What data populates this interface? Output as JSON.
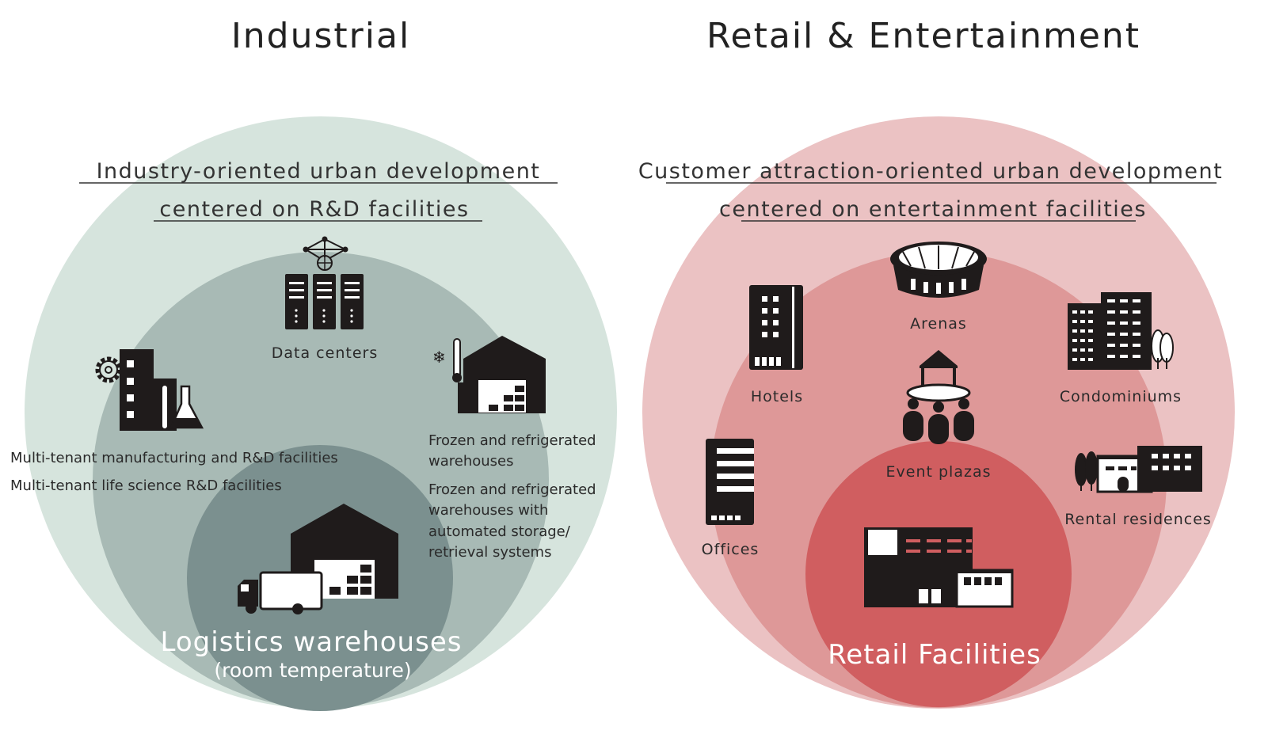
{
  "industrial": {
    "title": "Industrial",
    "subtitle_line1": "Industry-oriented urban development",
    "subtitle_line2": "centered on R&D facilities",
    "data_centers": "Data centers",
    "manufacturing_line1": "Multi-tenant manufacturing and R&D facilities",
    "manufacturing_line2": "Multi-tenant life science R&D facilities",
    "frozen_a_line1": "Frozen and refrigerated",
    "frozen_a_line2": "warehouses",
    "frozen_b_line1": "Frozen and refrigerated",
    "frozen_b_line2": "warehouses with",
    "frozen_b_line3": "automated storage/",
    "frozen_b_line4": "retrieval systems",
    "logistics": "Logistics warehouses",
    "logistics_note": "(room temperature)",
    "colors": {
      "outer": "#d6e4dd",
      "middle": "#a8bab5",
      "inner": "#7b908f"
    }
  },
  "retail": {
    "title": "Retail & Entertainment",
    "subtitle_line1": "Customer attraction-oriented urban development",
    "subtitle_line2": "centered on entertainment facilities",
    "arenas": "Arenas",
    "hotels": "Hotels",
    "condominiums": "Condominiums",
    "event_plazas": "Event plazas",
    "offices": "Offices",
    "rental_residences": "Rental residences",
    "retail_facilities": "Retail Facilities",
    "colors": {
      "outer": "#ebc2c3",
      "middle": "#de9898",
      "inner": "#d05e60"
    }
  }
}
